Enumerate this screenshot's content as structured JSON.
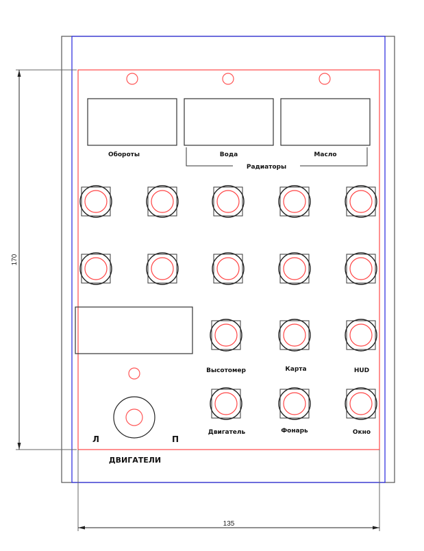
{
  "drawing": {
    "colors": {
      "outline": "#444444",
      "panel": "#ff5555",
      "bezel": "#3333ee",
      "ink": "#111111"
    },
    "gauges": [
      {
        "label": "Обороты"
      },
      {
        "label": "Вода"
      },
      {
        "label": "Масло"
      }
    ],
    "radiators_label": "Радиаторы",
    "switch_labels": [
      "Высотомер",
      "Карта",
      "HUD",
      "Двигатель",
      "Фонарь",
      "Окно"
    ],
    "engine": {
      "left": "Л",
      "right": "П",
      "title": "ДВИГАТЕЛИ"
    },
    "dimensions": {
      "height": "170",
      "width": "135"
    }
  }
}
